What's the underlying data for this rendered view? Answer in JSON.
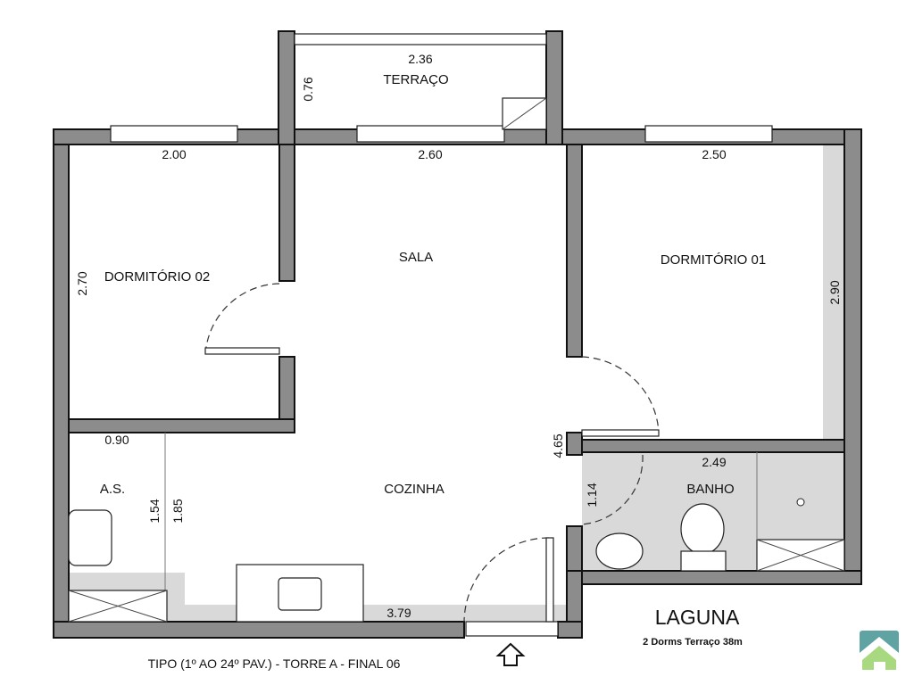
{
  "rooms": {
    "terraco": "TERRAÇO",
    "sala": "SALA",
    "dorm02": "DORMITÓRIO 02",
    "dorm01": "DORMITÓRIO 01",
    "as": "A.S.",
    "cozinha": "COZINHA",
    "banho": "BANHO"
  },
  "dimensions": {
    "terraco_w": "2.36",
    "terraco_d": "0.76",
    "dorm02_w": "2.00",
    "sala_w": "2.60",
    "dorm01_w": "2.50",
    "dorm02_d": "2.70",
    "dorm01_d": "2.90",
    "as_w": "0.90",
    "as_d1": "1.54",
    "as_d2": "1.85",
    "banho_w": "2.49",
    "banho_d": "1.14",
    "sala_d": "4.65",
    "cozinha_w": "3.79"
  },
  "caption": "TIPO (1º AO 24º PAV.) - TORRE A - FINAL 06",
  "title": "LAGUNA",
  "subtitle": "2 Dorms Terraço 38m",
  "colors": {
    "wall": "#8c8c8c",
    "floor": "#d9d9d9",
    "logo_teal": "#5fa3a3",
    "logo_green": "#a8d87f"
  }
}
